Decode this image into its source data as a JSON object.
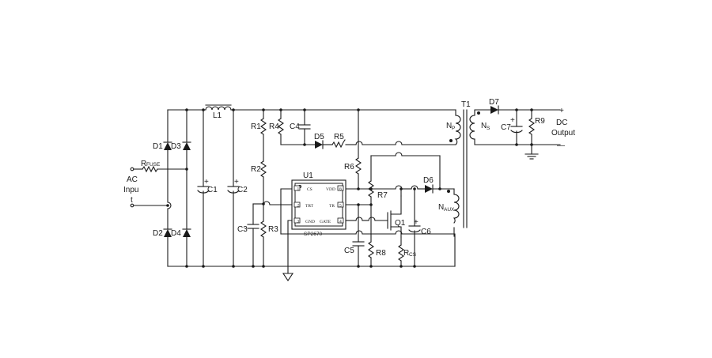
{
  "labels": {
    "ac1": "AC",
    "ac2": "Inpu",
    "ac3": "t",
    "rfuse_main": "R",
    "rfuse_sub": "FUSE",
    "d1": "D1",
    "d2": "D2",
    "d3": "D3",
    "d4": "D4",
    "l1": "L1",
    "c1": "C1",
    "c2": "C2",
    "c3": "C3",
    "c4": "C4",
    "c5": "C5",
    "c6": "C6",
    "c7": "C7",
    "r1": "R1",
    "r2": "R2",
    "r3": "R3",
    "r4": "R4",
    "r5": "R5",
    "r6": "R6",
    "r7": "R7",
    "r8": "R8",
    "r9": "R9",
    "rcs_main": "R",
    "rcs_sub": "CS",
    "d5": "D5",
    "d6": "D6",
    "d7": "D7",
    "u1": "U1",
    "q1": "Q1",
    "t1": "T1",
    "np_main": "N",
    "np_sub": "P",
    "ns_main": "N",
    "ns_sub": "S",
    "naux_main": "N",
    "naux_sub": "AUX",
    "dc1": "DC",
    "dc2": "Output",
    "plus": "+",
    "minus": "—",
    "cap_plus": "+"
  },
  "ic": {
    "name": "SP2670",
    "pin_cs": "CS",
    "pin_vdd": "VDD",
    "pin_trt": "TRT",
    "pin_tr": "TR",
    "pin_gnd": "GND",
    "pin_gate": "GATE",
    "pin1": "1",
    "pin2": "2",
    "pin3": "3",
    "pin4": "4",
    "pin5": "5",
    "pin6": "6"
  }
}
